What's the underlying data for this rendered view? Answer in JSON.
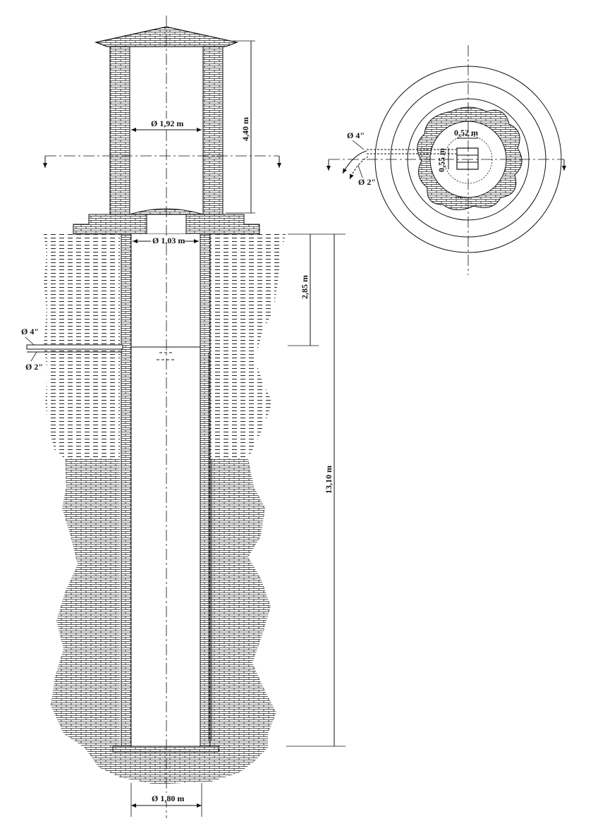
{
  "section": {
    "upper_diameter": "Ø 1,92 m",
    "upper_height": "4,40 m",
    "shaft_diameter": "Ø 1,03 m",
    "depth_to_pipe": "2,85 m",
    "total_depth": "13,10 m",
    "pipe_large": "Ø 4\"",
    "pipe_small": "Ø 2\"",
    "base_diameter": "Ø 1,80 m"
  },
  "plan": {
    "pipe_large": "Ø 4\"",
    "pipe_small": "Ø 2\"",
    "opening_width": "0,52 m",
    "opening_depth": "0,55 m"
  },
  "colors": {
    "ink": "#111111",
    "paper": "#ffffff"
  }
}
